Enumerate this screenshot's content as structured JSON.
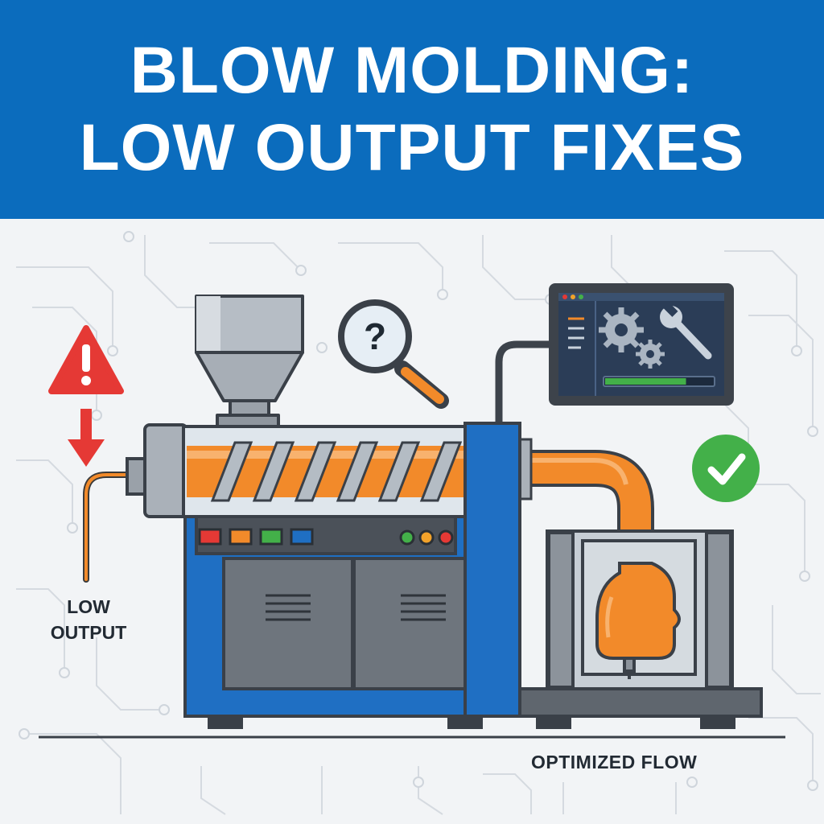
{
  "title": {
    "line1": "BLOW MOLDING:",
    "line2": "LOW OUTPUT FIXES"
  },
  "labels": {
    "low_output_line1": "LOW",
    "low_output_line2": "OUTPUT",
    "optimized_flow": "OPTIMIZED FLOW"
  },
  "icons": {
    "warning": "warning-icon",
    "down_arrow": "down-arrow-icon",
    "magnifier": "magnifier-question-icon",
    "monitor": "control-monitor-icon",
    "gears": "gear-icon",
    "wrench": "wrench-icon",
    "check": "check-icon"
  },
  "monitor": {
    "progress_fraction": 0.75
  },
  "colors": {
    "banner": "#0b6cbd",
    "machine_blue": "#1f6fc3",
    "melt_orange": "#f28a2a",
    "warning_red": "#e53935",
    "check_green": "#43b049",
    "panel_dark": "#2b3d57"
  }
}
